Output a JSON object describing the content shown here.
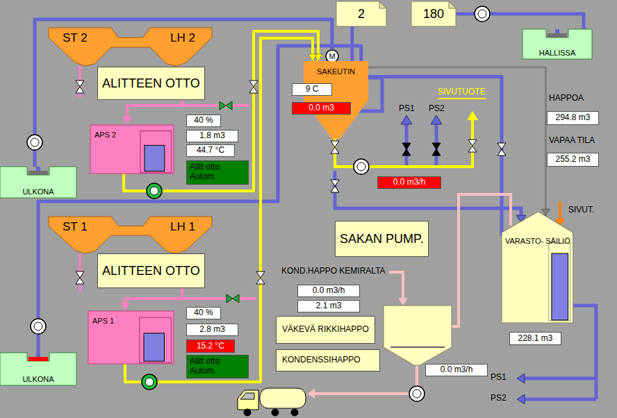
{
  "diagram": {
    "nodes": [
      {
        "text": [
          "2"
        ]
      },
      {
        "text": [
          "180"
        ]
      },
      {
        "text": [
          "ST 2",
          "LH 2"
        ]
      },
      {
        "text": [
          "HALLISSA"
        ]
      },
      {
        "text": [
          "M"
        ]
      },
      {
        "text": [
          "ALITTEEN OTTO"
        ]
      },
      {
        "text": [
          "SAKEUTIN"
        ]
      },
      {
        "text": [
          "9 C"
        ]
      },
      {
        "text": [
          "0.0 m3"
        ]
      },
      {
        "text": [
          "APS 2"
        ]
      },
      {
        "text": [
          "40 %"
        ]
      },
      {
        "text": [
          "1.8 m3"
        ]
      },
      {
        "text": [
          "44.7 °C"
        ]
      },
      {
        "text": [
          "294.8 m3"
        ]
      },
      {
        "text": [
          "Alitt otto Autom."
        ]
      },
      {
        "text": [
          "255.2 m3"
        ]
      },
      {
        "text": [
          "ULKONA"
        ]
      },
      {
        "text": [
          "0.0 m3/h"
        ]
      },
      {
        "text": [
          "SAKAN PUMP."
        ]
      },
      {
        "text": [
          "ST 1",
          "LH 1"
        ]
      },
      {
        "text": [
          "VARASTO- SÄILIÖ"
        ]
      },
      {
        "text": [
          "ALITTEEN OTTO"
        ]
      },
      {
        "text": [
          "0.0 m3/h"
        ]
      },
      {
        "text": [
          "2.1 m3"
        ]
      },
      {
        "text": [
          "40 %"
        ]
      },
      {
        "text": [
          "APS 1"
        ]
      },
      {
        "text": [
          "VÄKEVÄ RIKKIHAPPO"
        ]
      },
      {
        "text": [
          "2.8 m3"
        ]
      },
      {
        "text": [
          "228.1 m3"
        ]
      },
      {
        "text": [
          "15.2 °C"
        ]
      },
      {
        "text": [
          "KONDENSSIHAPPO"
        ]
      },
      {
        "text": [
          "Alitt otto Autom."
        ]
      },
      {
        "text": [
          "ULKONA"
        ]
      },
      {
        "text": [
          "0.0 m3/h"
        ]
      }
    ],
    "edges": [
      {
        "from": 16,
        "to": 4,
        "arrow": "none"
      },
      {
        "from": 32,
        "to": 6,
        "arrow": "none"
      },
      {
        "from": 9,
        "to": 6,
        "arrow": "to"
      },
      {
        "from": 25,
        "to": 6,
        "arrow": "to"
      },
      {
        "from": 6,
        "to": 20,
        "arrow": "to"
      },
      {
        "from": 1,
        "to": 3,
        "arrow": "none"
      },
      {
        "from": 6,
        "to": 0,
        "arrow": "none"
      },
      {
        "from": 6,
        "to": 20,
        "arrow": "none"
      }
    ],
    "labels": [
      "PS1",
      "PS2",
      "SIVUTUOTE",
      "HAPPOA",
      "VAPAA TILA",
      "SIVUT.",
      "KOND.HAPPO KEMIRALTA",
      "PS1",
      "PS2"
    ]
  }
}
